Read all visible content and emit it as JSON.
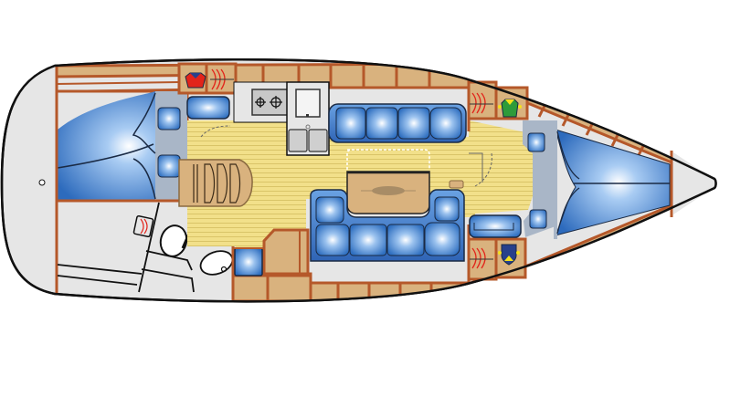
{
  "diagram": {
    "type": "yacht-interior-layout",
    "orientation": "stern-left-bow-right",
    "colors": {
      "background": "#ffffff",
      "hull_fill": "#e6e6e6",
      "hull_outline": "#111111",
      "joinery": "#d9b27e",
      "joinery_trim": "#b5582a",
      "cabin_sole": "#f2e08a",
      "sole_lines": "#d9c468",
      "cushion_blue": "#3f7cc9",
      "cushion_light": "#cfe3fb",
      "berth_surround": "#a9b6c7",
      "table_top": "#d9b27e",
      "heater_red": "#e2231a",
      "icon_red": "#e2231a",
      "icon_green": "#2e9b3a",
      "icon_navy": "#27408b",
      "icon_yellow": "#f6e21a"
    },
    "zones": [
      {
        "id": "aft-port-cabin",
        "label": "Aft port cabin (double berth)"
      },
      {
        "id": "aft-starboard-head",
        "label": "Aft head with toilet, shower and washbasin"
      },
      {
        "id": "companionway",
        "label": "Companionway steps"
      },
      {
        "id": "galley",
        "label": "Galley with two-burner stove, fridge and double sink"
      },
      {
        "id": "saloon",
        "label": "Saloon with U-shaped settee and straight settee"
      },
      {
        "id": "saloon-table",
        "label": "Folding saloon table"
      },
      {
        "id": "nav-seat",
        "label": "Navigation seat"
      },
      {
        "id": "forward-cabin",
        "label": "Forward V-berth cabin"
      },
      {
        "id": "forepeak",
        "label": "Forepeak / chain locker"
      }
    ],
    "icons": [
      {
        "id": "red-jacket-locker",
        "label": "hanging locker (red)"
      },
      {
        "id": "green-jacket-locker",
        "label": "hanging locker (green)"
      },
      {
        "id": "navy-shield-locker",
        "label": "hanging locker (navy)"
      },
      {
        "id": "heater-outlet",
        "label": "heater outlet",
        "count": 4
      },
      {
        "id": "shower-drain",
        "label": "shower drain"
      },
      {
        "id": "stove-burners",
        "label": "stove burners",
        "count": 2
      }
    ]
  }
}
